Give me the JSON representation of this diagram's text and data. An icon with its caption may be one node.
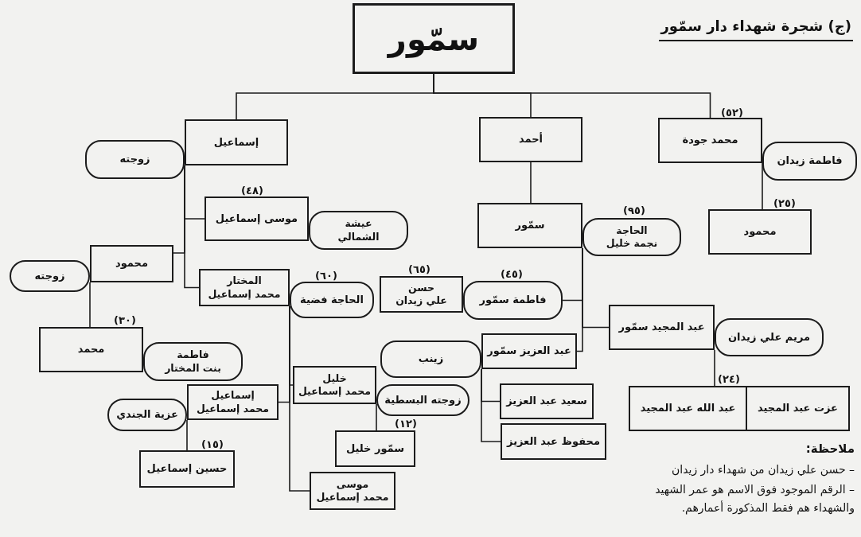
{
  "diagram": {
    "title": "(ج) شجرة شهداء دار سمّور",
    "nodes": [
      {
        "text": [
          "سمّور"
        ]
      },
      {
        "text": [
          "إسماعيل"
        ]
      },
      {
        "text": [
          "أحمد"
        ]
      },
      {
        "text": [
          "محمد جودة"
        ],
        "beside": [
          "(٥٢)"
        ]
      },
      {
        "text": [
          "زوجته"
        ]
      },
      {
        "text": [
          "موسى إسماعيل"
        ],
        "beside": [
          "(٤٨)"
        ]
      },
      {
        "text": [
          "عيشة الشمالي"
        ]
      },
      {
        "text": [
          "سمّور"
        ]
      },
      {
        "text": [
          "الحاجة نجمة خليل"
        ],
        "beside": [
          "(٩٥)"
        ]
      },
      {
        "text": [
          "فاطمة زيدان"
        ]
      },
      {
        "text": [
          "محمود"
        ],
        "beside": [
          "(٢٥)"
        ]
      },
      {
        "text": [
          "محمود"
        ]
      },
      {
        "text": [
          "زوجته"
        ]
      },
      {
        "text": [
          "المختار محمد إسماعيل"
        ]
      },
      {
        "text": [
          "الحاجة فضية"
        ],
        "beside": [
          "(٦٠)"
        ]
      },
      {
        "text": [
          "حسن علي زيدان"
        ],
        "beside": [
          "(٦٥)"
        ]
      },
      {
        "text": [
          "فاطمة سمّور"
        ],
        "beside": [
          "(٤٥)"
        ]
      },
      {
        "text": [
          "عبد المجيد سمّور"
        ]
      },
      {
        "text": [
          "مريم علي زيدان"
        ]
      },
      {
        "text": [
          "محمد"
        ],
        "beside": [
          "(٣٠)"
        ]
      },
      {
        "text": [
          "فاطمة بنت المختار"
        ]
      },
      {
        "text": [
          "عبد العزيز سمّور"
        ]
      },
      {
        "text": [
          "زينب"
        ]
      },
      {
        "text": [
          "خليل محمد إسماعيل"
        ]
      },
      {
        "text": [
          "زوجته البسطية"
        ]
      },
      {
        "text": [
          "إسماعيل محمد إسماعيل"
        ]
      },
      {
        "text": [
          "عزية الجندي"
        ]
      },
      {
        "text": [
          "سعيد عبد العزيز"
        ]
      },
      {
        "text": [
          "عبد الله عبد المجيد"
        ],
        "beside": [
          "(٢٤)"
        ]
      },
      {
        "text": [
          "عزت عبد المجيد"
        ]
      },
      {
        "text": [
          "سمّور خليل"
        ],
        "beside": [
          "(١٢)"
        ]
      },
      {
        "text": [
          "محفوظ عبد العزيز"
        ]
      },
      {
        "text": [
          "حسين إسماعيل"
        ],
        "beside": [
          "(١٥)"
        ]
      },
      {
        "text": [
          "موسى محمد إسماعيل"
        ]
      }
    ],
    "edges": [
      {
        "from": 0,
        "to": 1,
        "arrow": "none"
      },
      {
        "from": 0,
        "to": 2,
        "arrow": "none"
      },
      {
        "from": 0,
        "to": 3,
        "arrow": "none"
      },
      {
        "from": 1,
        "to": 5,
        "arrow": "none"
      },
      {
        "from": 1,
        "to": 11,
        "arrow": "none"
      },
      {
        "from": 1,
        "to": 13,
        "arrow": "none"
      },
      {
        "from": 2,
        "to": 7,
        "arrow": "none"
      },
      {
        "from": 3,
        "to": 10,
        "arrow": "none"
      },
      {
        "from": 7,
        "to": 16,
        "arrow": "none"
      },
      {
        "from": 7,
        "to": 17,
        "arrow": "none"
      },
      {
        "from": 7,
        "to": 21,
        "arrow": "none"
      },
      {
        "from": 11,
        "to": 19,
        "arrow": "none"
      },
      {
        "from": 13,
        "to": 23,
        "arrow": "none"
      },
      {
        "from": 13,
        "to": 25,
        "arrow": "none"
      },
      {
        "from": 13,
        "to": 33,
        "arrow": "none"
      },
      {
        "from": 17,
        "to": 28,
        "arrow": "none"
      },
      {
        "from": 21,
        "to": 27,
        "arrow": "none"
      },
      {
        "from": 21,
        "to": 31,
        "arrow": "none"
      },
      {
        "from": 23,
        "to": 30,
        "arrow": "none"
      },
      {
        "from": 25,
        "to": 32,
        "arrow": "none"
      }
    ],
    "labels": [
      "ملاحظة:",
      "– حسن علي زيدان من شهداء دار زيدان",
      "– الرقم الموجود فوق الاسم هو عمر الشهيد والشهداء هم فقط المذكورة أعمارهم."
    ]
  }
}
